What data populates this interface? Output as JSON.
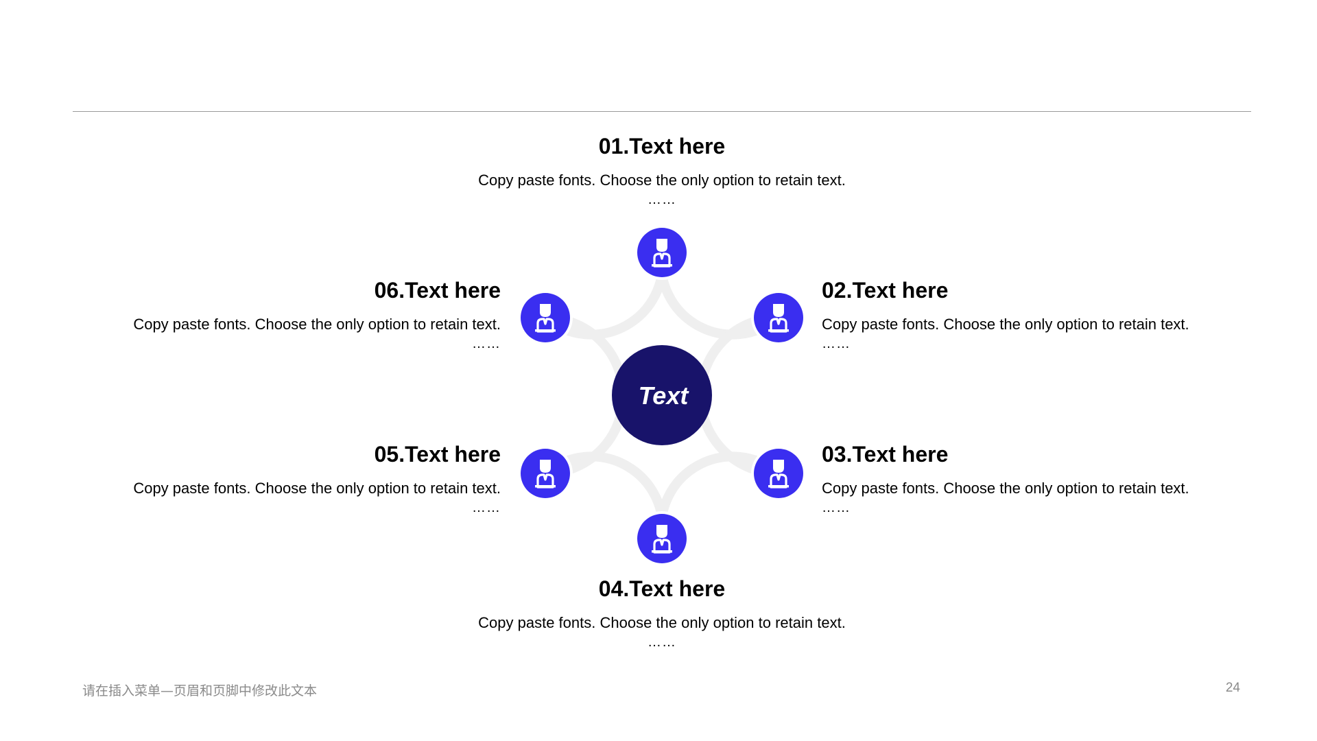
{
  "center_label": "Text",
  "items": [
    {
      "title": "01.Text here",
      "desc": "Copy paste fonts. Choose the only option to retain text.",
      "dots": "……"
    },
    {
      "title": "02.Text here",
      "desc": "Copy paste fonts. Choose the only option to retain text.",
      "dots": "……"
    },
    {
      "title": "03.Text here",
      "desc": "Copy paste fonts. Choose the only option to retain text.",
      "dots": "……"
    },
    {
      "title": "04.Text here",
      "desc": "Copy paste fonts. Choose the only option to retain text.",
      "dots": "……"
    },
    {
      "title": "05.Text here",
      "desc": "Copy paste fonts. Choose the only option to retain text.",
      "dots": "……"
    },
    {
      "title": "06.Text here",
      "desc": "Copy paste fonts. Choose the only option to retain text.",
      "dots": "……"
    }
  ],
  "node_icon": "person-at-desk-icon",
  "footer": {
    "text": "请在插入菜单—页眉和页脚中修改此文本",
    "page_number": "24"
  },
  "colors": {
    "node": "#3a2ef0",
    "center": "#18136a",
    "ring": "#efefef",
    "rule": "#9a9a9a",
    "footer": "#8a8a8a"
  }
}
